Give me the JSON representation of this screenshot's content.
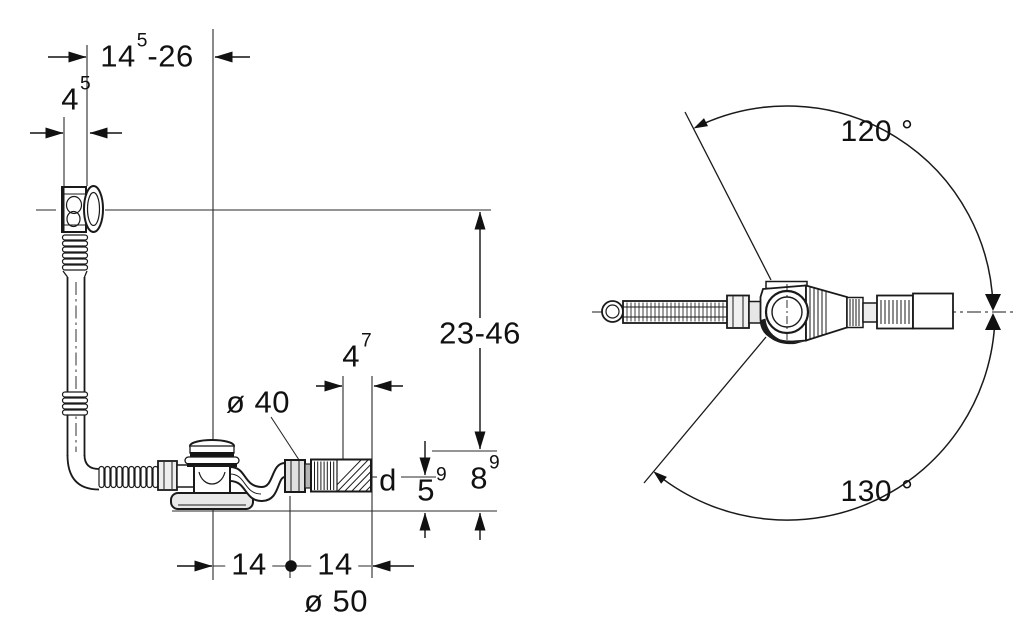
{
  "drawing": {
    "type": "technical-dimension-drawing",
    "subject": "bathtub waste and overflow fitting, side view with dimensions and top view with swivel angles",
    "colors": {
      "ink": "#1a1a1a",
      "background": "#ffffff",
      "shade_light": "#e8e8e8",
      "shade_dark": "#151515"
    }
  },
  "labels": {
    "top_range": {
      "base": "14",
      "sup": "5",
      "rest": "-26"
    },
    "overflow_width": {
      "base": "4",
      "sup": "5"
    },
    "height_range": {
      "base": "23-46"
    },
    "sleeve_depth": {
      "base": "4",
      "sup": "7"
    },
    "inlet_diameter": {
      "base": "ø 40"
    },
    "outlet_d": {
      "base": "d"
    },
    "outlet_low": {
      "base": "5",
      "sup": "9"
    },
    "outlet_high": {
      "base": "8",
      "sup": "9"
    },
    "offset_left": {
      "base": "14"
    },
    "offset_right": {
      "base": "14"
    },
    "base_diameter": {
      "base": "ø 50"
    },
    "angle_upper": {
      "base": "120 °"
    },
    "angle_lower": {
      "base": "130 °"
    }
  }
}
